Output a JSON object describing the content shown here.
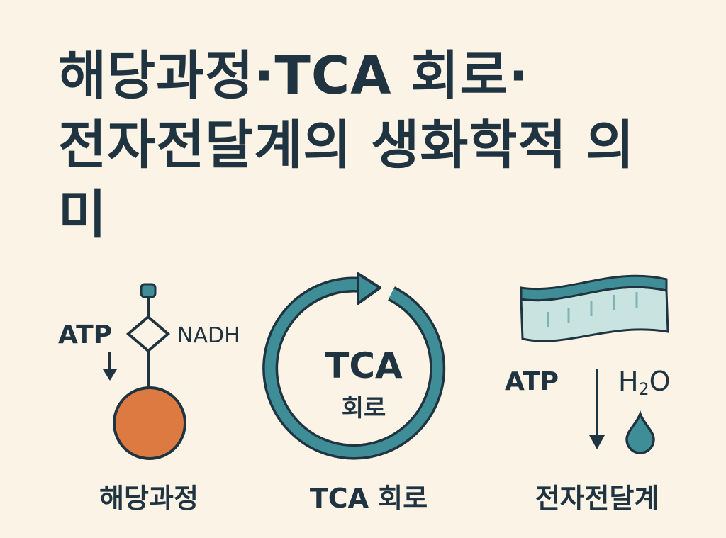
{
  "title": {
    "line1": "해당과정·TCA 회로·",
    "line2": "전자전달계의 생화학적 의",
    "line3": "미"
  },
  "panels": {
    "glycolysis": {
      "label": "해당과정",
      "atp": "ATP",
      "nadh": "NADH"
    },
    "tca": {
      "label": "TCA 회로",
      "center_top": "TCA",
      "center_bottom": "회로"
    },
    "etc": {
      "label": "전자전달계",
      "atp": "ATP",
      "h2o_h": "H",
      "h2o_sub": "2",
      "h2o_o": "O"
    }
  },
  "colors": {
    "background": "#fbf3e6",
    "text": "#1f3440",
    "teal": "#3f8e97",
    "teal_light": "#c9e4e0",
    "orange": "#dd7a42"
  }
}
